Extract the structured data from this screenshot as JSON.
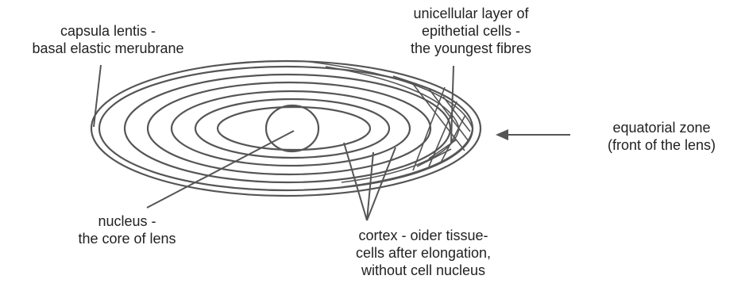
{
  "labels": {
    "capsula": [
      "capsula lentis -",
      "basal elastic merubrane"
    ],
    "epithelial": [
      "unicellular layer of",
      "epithetial cells -",
      "the youngest fibres"
    ],
    "equatorial": [
      "equatorial zone",
      "(front of the lens)"
    ],
    "nucleus": [
      "nucleus -",
      "the core of lens"
    ],
    "cortex": [
      "cortex - oider tissue-",
      "cells after elongation,",
      "without cell nucleus"
    ]
  },
  "colors": {
    "ink": "#555555",
    "text": "#222222"
  }
}
